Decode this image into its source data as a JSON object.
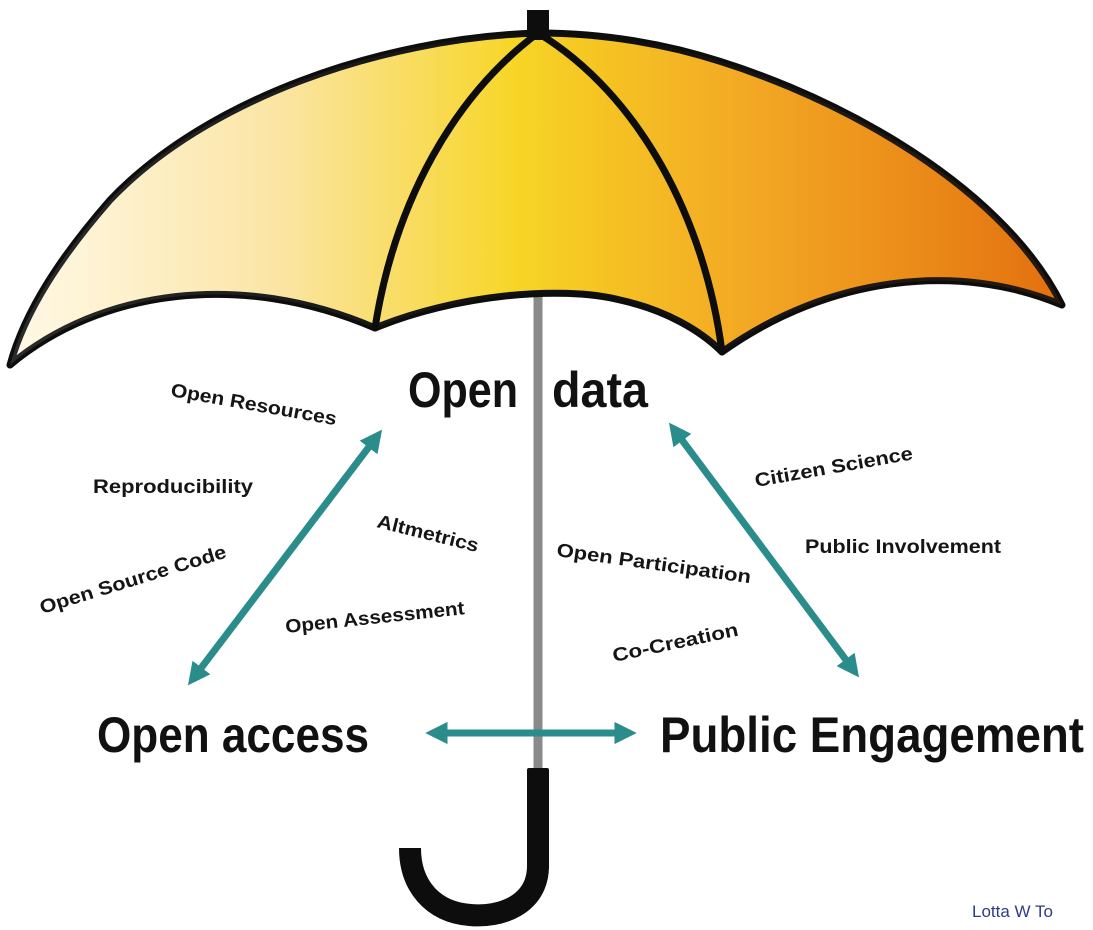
{
  "main_labels": {
    "open_data_left": "Open",
    "open_data_right": "data",
    "open_access": "Open access",
    "public_engagement": "Public Engagement"
  },
  "small_labels": {
    "open_resources": "Open Resources",
    "reproducibility": "Reproducibility",
    "open_source_code": "Open Source Code",
    "altmetrics": "Altmetrics",
    "open_assessment": "Open Assessment",
    "citizen_science": "Citizen Science",
    "public_involvement": "Public Involvement",
    "open_participation": "Open Participation",
    "co_creation": "Co-Creation"
  },
  "credit": "Lotta W To",
  "colors": {
    "canopy_light": "#fdf3d2",
    "canopy_yellow": "#f7d11f",
    "canopy_orange": "#e7710f",
    "arrow": "#2a8c8b",
    "outline": "#0d0d0d",
    "shaft": "#8a8a8a"
  }
}
